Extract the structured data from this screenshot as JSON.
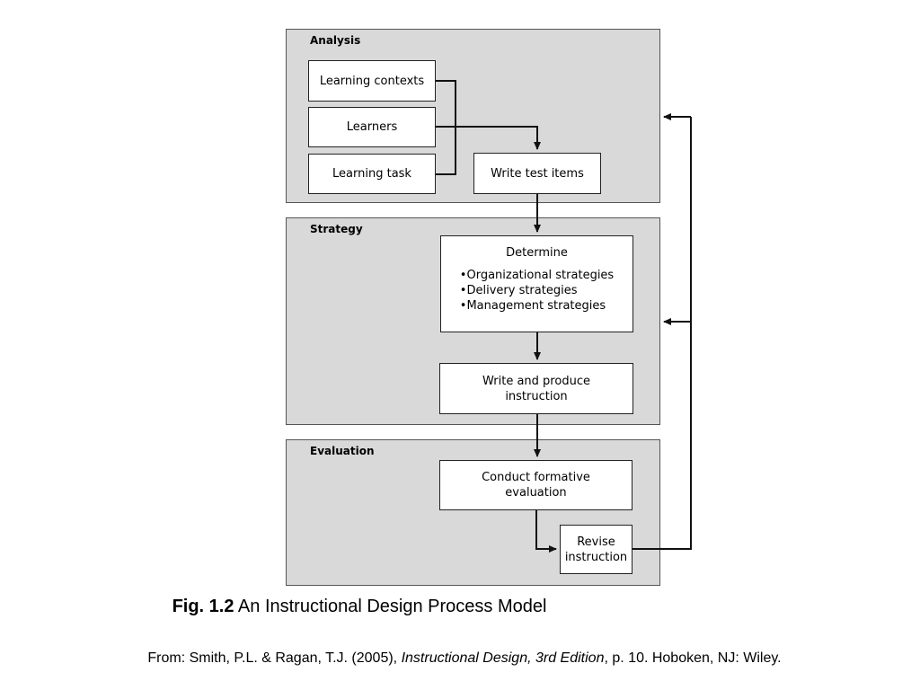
{
  "diagram": {
    "phases": {
      "analysis": "Analysis",
      "strategy": "Strategy",
      "evaluation": "Evaluation"
    },
    "nodes": {
      "learning_contexts": "Learning contexts",
      "learners": "Learners",
      "learning_task": "Learning task",
      "write_test_items": "Write test items",
      "determine": {
        "title": "Determine",
        "items": [
          "Organizational strategies",
          "Delivery strategies",
          "Management strategies"
        ]
      },
      "write_produce": [
        "Write and produce",
        "instruction"
      ],
      "formative": [
        "Conduct formative",
        "evaluation"
      ],
      "revise": [
        "Revise",
        "instruction"
      ]
    },
    "edges": [
      {
        "from": "learning_contexts",
        "to": "write_test_items"
      },
      {
        "from": "learners",
        "to": "write_test_items"
      },
      {
        "from": "learning_task",
        "to": "write_test_items"
      },
      {
        "from": "write_test_items",
        "to": "determine"
      },
      {
        "from": "determine",
        "to": "write_produce"
      },
      {
        "from": "write_produce",
        "to": "formative"
      },
      {
        "from": "formative",
        "to": "revise"
      },
      {
        "from": "revise",
        "to": "analysis"
      },
      {
        "from": "revise",
        "to": "strategy"
      }
    ]
  },
  "caption": {
    "label": "Fig. 1.2",
    "text": " An Instructional Design Process Model"
  },
  "source": {
    "prefix": "From: Smith, P.L. & Ragan, T.J. (2005), ",
    "title": "Instructional Design, 3rd Edition",
    "suffix": ", p. 10. Hoboken, NJ: Wiley."
  },
  "colors": {
    "panel": "#d9d9d9",
    "border": "#222222",
    "line": "#111111"
  }
}
